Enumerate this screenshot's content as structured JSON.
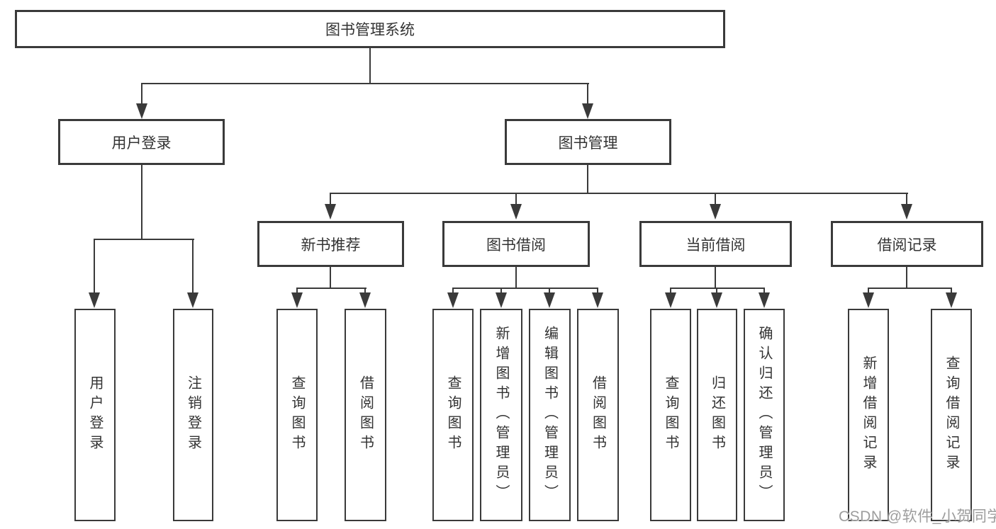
{
  "diagram_title": "图书管理系统",
  "nodes": {
    "root": "图书管理系统",
    "level2": [
      "用户登录",
      "图书管理"
    ],
    "level3": [
      "新书推荐",
      "图书借阅",
      "当前借阅",
      "借阅记录"
    ],
    "leaves": [
      "用户登录",
      "注销登录",
      "查询图书",
      "借阅图书",
      "查询图书",
      "新增图书（管理员）",
      "编辑图书（管理员）",
      "借阅图书",
      "查询图书",
      "归还图书",
      "确认归还（管理员）",
      "新增借阅记录",
      "查询借阅记录"
    ]
  },
  "watermark": "CSDN @软件_小贺同学",
  "colors": {
    "line": "#3a3a3a",
    "text": "#333333",
    "watermark": "#9d9d9d",
    "background": "#ffffff"
  }
}
